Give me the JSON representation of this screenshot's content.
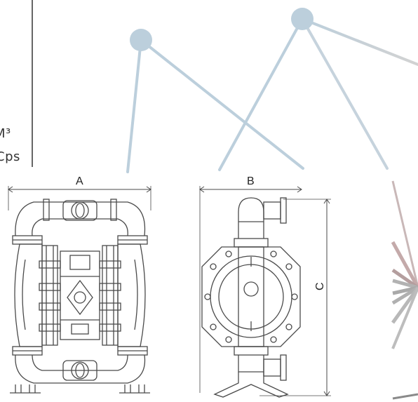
{
  "fragments": {
    "unit_m3": "M³",
    "unit_cps": "Cps"
  },
  "dimensions": {
    "a": "A",
    "b": "B",
    "c": "C"
  },
  "colors": {
    "network_blue": "#bccfdc",
    "network_gray": "#c3ccd5",
    "burst_rose": "#c4aaaa",
    "burst_gray": "#b2b2b2",
    "drawing_line": "#4a4a4a",
    "page_bg": "#ffffff"
  },
  "icons": [
    "network-node",
    "pump-front-view",
    "pump-side-view"
  ]
}
